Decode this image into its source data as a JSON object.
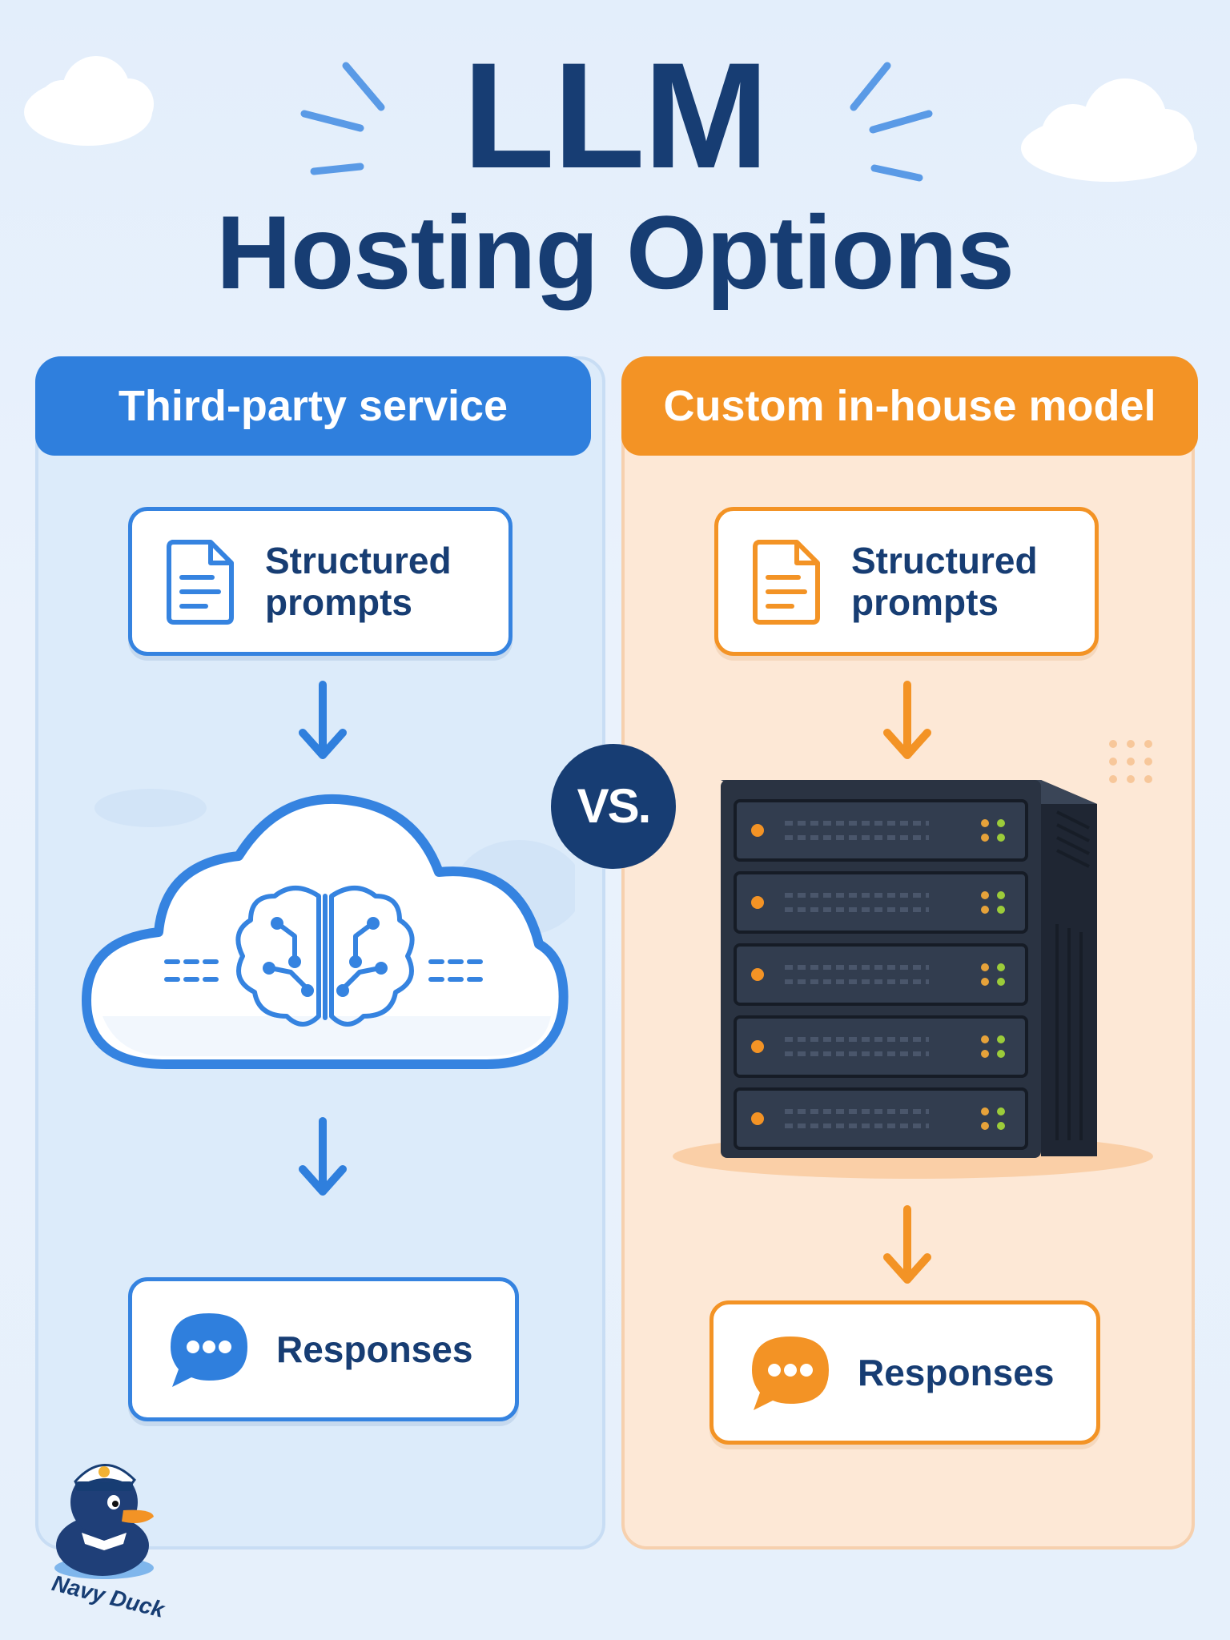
{
  "title": {
    "line1": "LLM",
    "line2": "Hosting Options"
  },
  "vs_label": "VS.",
  "left_panel": {
    "header": "Third-party service",
    "input_card": {
      "label_line1": "Structured",
      "label_line2": "prompts",
      "icon": "document-icon"
    },
    "model_icon": "cloud-brain-icon",
    "output_card": {
      "label": "Responses",
      "icon": "chat-bubble-icon"
    }
  },
  "right_panel": {
    "header": "Custom in-house model",
    "input_card": {
      "label_line1": "Structured",
      "label_line2": "prompts",
      "icon": "document-icon"
    },
    "model_icon": "server-rack-icon",
    "output_card": {
      "label": "Responses",
      "icon": "chat-bubble-icon"
    }
  },
  "logo": {
    "text": "Navy Duck",
    "icon": "duck-mascot-icon"
  },
  "colors": {
    "navy": "#173d73",
    "blue": "#2f7fdd",
    "orange": "#f39325",
    "left_panel_bg": "#dcebfa",
    "right_panel_bg": "#fde8d6"
  }
}
